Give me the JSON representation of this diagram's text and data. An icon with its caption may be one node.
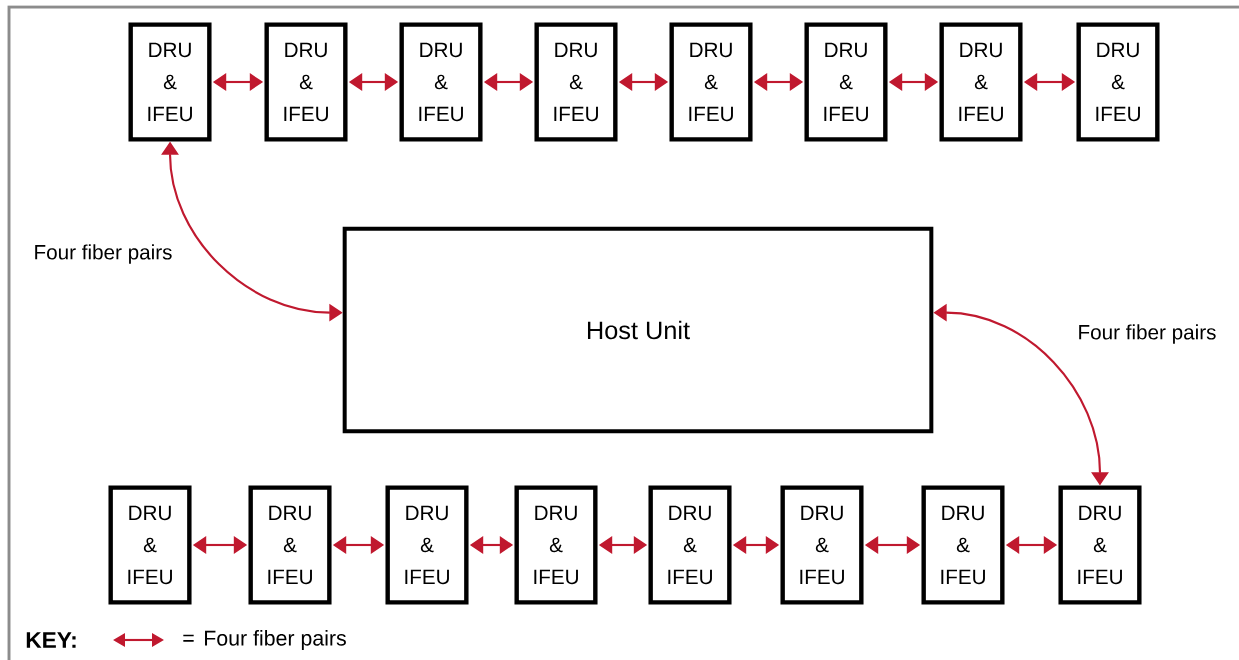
{
  "diagram": {
    "nodes": [
      {
        "text": [
          "DRU & IFEU"
        ]
      },
      {
        "text": [
          "DRU & IFEU"
        ]
      },
      {
        "text": [
          "DRU & IFEU"
        ]
      },
      {
        "text": [
          "DRU & IFEU"
        ]
      },
      {
        "text": [
          "DRU & IFEU"
        ]
      },
      {
        "text": [
          "DRU & IFEU"
        ]
      },
      {
        "text": [
          "DRU & IFEU"
        ]
      },
      {
        "text": [
          "DRU & IFEU"
        ]
      },
      {
        "text": [
          "Host Unit"
        ]
      },
      {
        "text": [
          "DRU & IFEU"
        ]
      },
      {
        "text": [
          "DRU & IFEU"
        ]
      },
      {
        "text": [
          "DRU & IFEU"
        ]
      },
      {
        "text": [
          "DRU & IFEU"
        ]
      },
      {
        "text": [
          "DRU & IFEU"
        ]
      },
      {
        "text": [
          "DRU & IFEU"
        ]
      },
      {
        "text": [
          "DRU & IFEU"
        ]
      },
      {
        "text": [
          "DRU & IFEU"
        ]
      }
    ],
    "edges": [
      {
        "from": 0,
        "to": 1,
        "arrow": "both"
      },
      {
        "from": 1,
        "to": 2,
        "arrow": "both"
      },
      {
        "from": 2,
        "to": 3,
        "arrow": "both"
      },
      {
        "from": 3,
        "to": 4,
        "arrow": "both"
      },
      {
        "from": 4,
        "to": 5,
        "arrow": "both"
      },
      {
        "from": 5,
        "to": 6,
        "arrow": "both"
      },
      {
        "from": 6,
        "to": 7,
        "arrow": "both"
      },
      {
        "from": 8,
        "to": 0,
        "arrow": "both",
        "label": "Four fiber pairs"
      },
      {
        "from": 8,
        "to": 16,
        "arrow": "both",
        "label": "Four fiber pairs"
      },
      {
        "from": 9,
        "to": 10,
        "arrow": "both"
      },
      {
        "from": 10,
        "to": 11,
        "arrow": "both"
      },
      {
        "from": 11,
        "to": 12,
        "arrow": "both"
      },
      {
        "from": 12,
        "to": 13,
        "arrow": "both"
      },
      {
        "from": 13,
        "to": 14,
        "arrow": "both"
      },
      {
        "from": 14,
        "to": 15,
        "arrow": "both"
      },
      {
        "from": 15,
        "to": 16,
        "arrow": "both"
      }
    ],
    "labels": [
      "KEY:",
      "="
    ],
    "legend": [
      {
        "text": "Four fiber pairs"
      }
    ]
  }
}
